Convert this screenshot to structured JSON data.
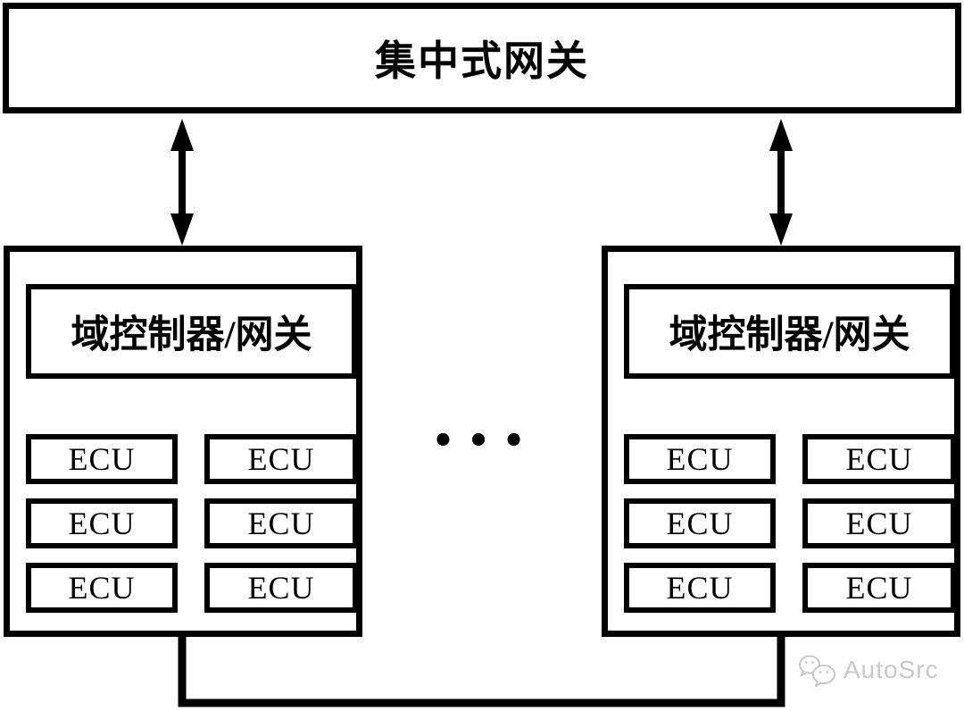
{
  "diagram": {
    "background_color": "#ffffff",
    "line_color": "#000000",
    "gateway": {
      "label": "集中式网关"
    },
    "ellipsis": "•••",
    "domains": [
      {
        "controller_label": "域控制器/网关",
        "ecus": [
          "ECU",
          "ECU",
          "ECU",
          "ECU",
          "ECU",
          "ECU"
        ]
      },
      {
        "controller_label": "域控制器/网关",
        "ecus": [
          "ECU",
          "ECU",
          "ECU",
          "ECU",
          "ECU",
          "ECU"
        ]
      }
    ],
    "watermark": {
      "label": "AutoSrc",
      "icon": "wechat-logo-icon",
      "color": "#c9c9c9"
    }
  }
}
